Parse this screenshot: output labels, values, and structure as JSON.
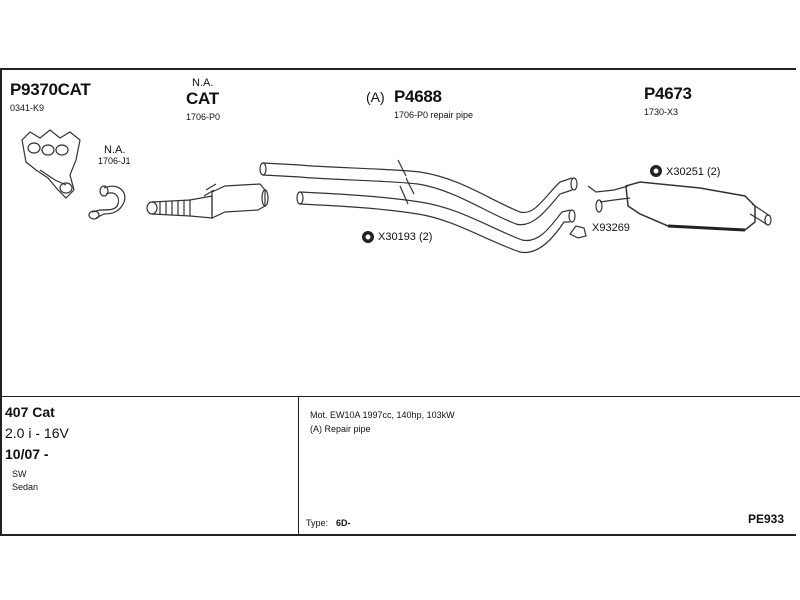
{
  "parts": {
    "manifold": {
      "code": "P9370CAT",
      "ref": "0341-K9"
    },
    "cat": {
      "na": "N.A.",
      "code": "CAT",
      "ref": "1706-P0"
    },
    "pipe": {
      "prefix": "(A)",
      "code": "P4688",
      "ref": "1706-P0 repair pipe"
    },
    "muffler": {
      "code": "P4673",
      "ref": "1730-X3"
    },
    "front_pipe": {
      "na": "N.A.",
      "ref": "1706-J1"
    }
  },
  "fittings": {
    "x30193": "X30193 (2)",
    "x30251": "X30251 (2)",
    "x93269": "X93269"
  },
  "vehicle": {
    "model": "407 Cat",
    "engine": "2.0 i - 16V",
    "years": "10/07 -",
    "body1": "SW",
    "body2": "Sedan"
  },
  "notes": {
    "motor": "Mot. EW10A 1997cc, 140hp, 103kW",
    "repair": "(A) Repair pipe",
    "type_label": "Type:",
    "type_value": "6D-",
    "diagram_id": "PE933"
  }
}
